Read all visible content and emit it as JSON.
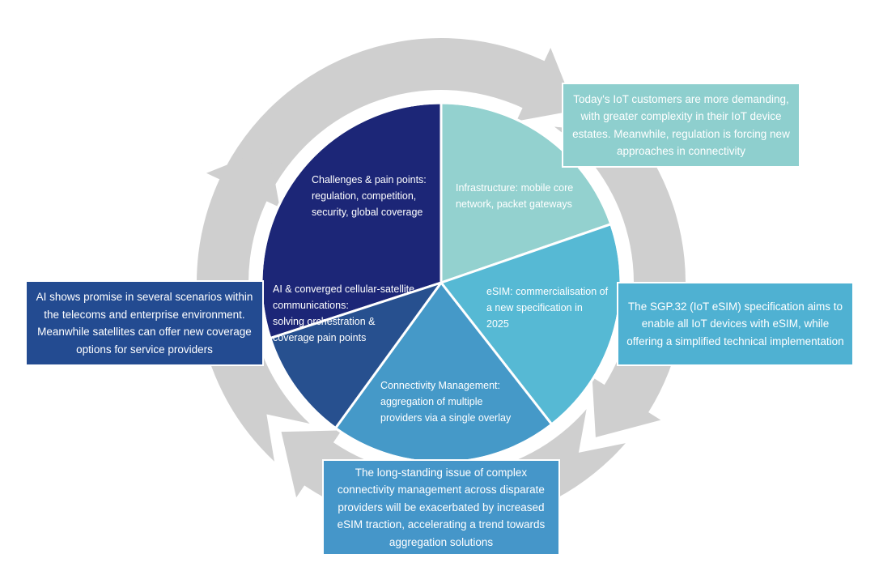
{
  "colors": {
    "arrow_ring": "#cfcfcf",
    "challenges": "#1c2677",
    "infrastructure": "#93d1cf",
    "esim": "#56b9d4",
    "connectivity": "#4599c8",
    "ai": "#27508f",
    "callout_teal": "#8ecfce",
    "callout_sky": "#4fb1d2",
    "callout_blue": "#4596c9",
    "callout_navy": "#234b91"
  },
  "segments": {
    "challenges": "Challenges & pain points:\nregulation, competition,\nsecurity, global coverage",
    "infrastructure": "Infrastructure: mobile core\nnetwork, packet gateways",
    "esim": "eSIM: commercialisation of\na new specification in\n2025",
    "connectivity": "Connectivity Management:\naggregation of multiple\n providers via a single overlay",
    "ai": "AI & converged cellular-satellite\n communications:\nsolving orchestration &\ncoverage pain points"
  },
  "callouts": {
    "today": "Today's IoT customers are more demanding,\nwith greater complexity in their IoT device\nestates. Meanwhile, regulation is forcing new\napproaches in connectivity",
    "sgp": "The SGP.32 (IoT eSIM) specification aims to\nenable all IoT devices with eSIM, while\noffering a simplified technical implementation",
    "connectivity": "The long-standing issue of complex\nconnectivity management across disparate\nproviders will be exacerbated by increased\neSIM traction, accelerating a trend towards\naggregation solutions",
    "ai": "AI shows promise in several scenarios within\nthe telecoms and enterprise environment.\nMeanwhile satellites can offer new coverage\noptions for service providers"
  }
}
